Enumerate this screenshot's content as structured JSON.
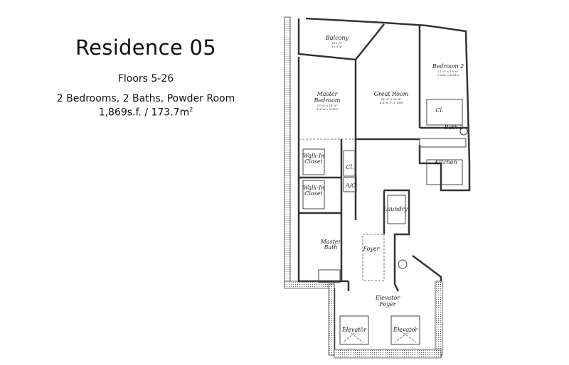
{
  "header": {
    "title": "Residence 05",
    "floors": "Floors 5-26",
    "rooms": "2 Bedrooms, 2 Baths, Powder Room",
    "area": "1,869s.f. / 173.7m",
    "area_sup": "2"
  },
  "plan": {
    "balcony": {
      "label": "Balcony",
      "dim1": "110 f.t²",
      "dim2": "10.3 m²"
    },
    "master_bedroom": {
      "label1": "Master",
      "label2": "Bedroom",
      "dim1": "13'-0\" x 18'-8\"",
      "dim2": "3.97m x 5.69m"
    },
    "great_room": {
      "label": "Great Room",
      "dim1": "14'-8\" x 36'-8\"",
      "dim2": "4.47m x 11.18m"
    },
    "bedroom2": {
      "label": "Bedroom 2",
      "dim1": "11'-0\" x 16'-0\"",
      "dim2": "3.36m x 4.88m"
    },
    "closet_b2": "Cl.",
    "bath2": "Bath 2",
    "kitchen": "Kitchen",
    "walkin1": {
      "l1": "Walk-In",
      "l2": "Closet"
    },
    "walkin2": {
      "l1": "Walk-In",
      "l2": "Closet"
    },
    "closet_hall": "Cl.",
    "ac": "A/C",
    "laundry": "Laundry",
    "master_bath": {
      "l1": "Master",
      "l2": "Bath"
    },
    "foyer": "Foyer",
    "elevator_foyer": {
      "l1": "Elevator",
      "l2": "Foyer"
    },
    "elevator1": "Elevator",
    "elevator2": "Elevator"
  }
}
